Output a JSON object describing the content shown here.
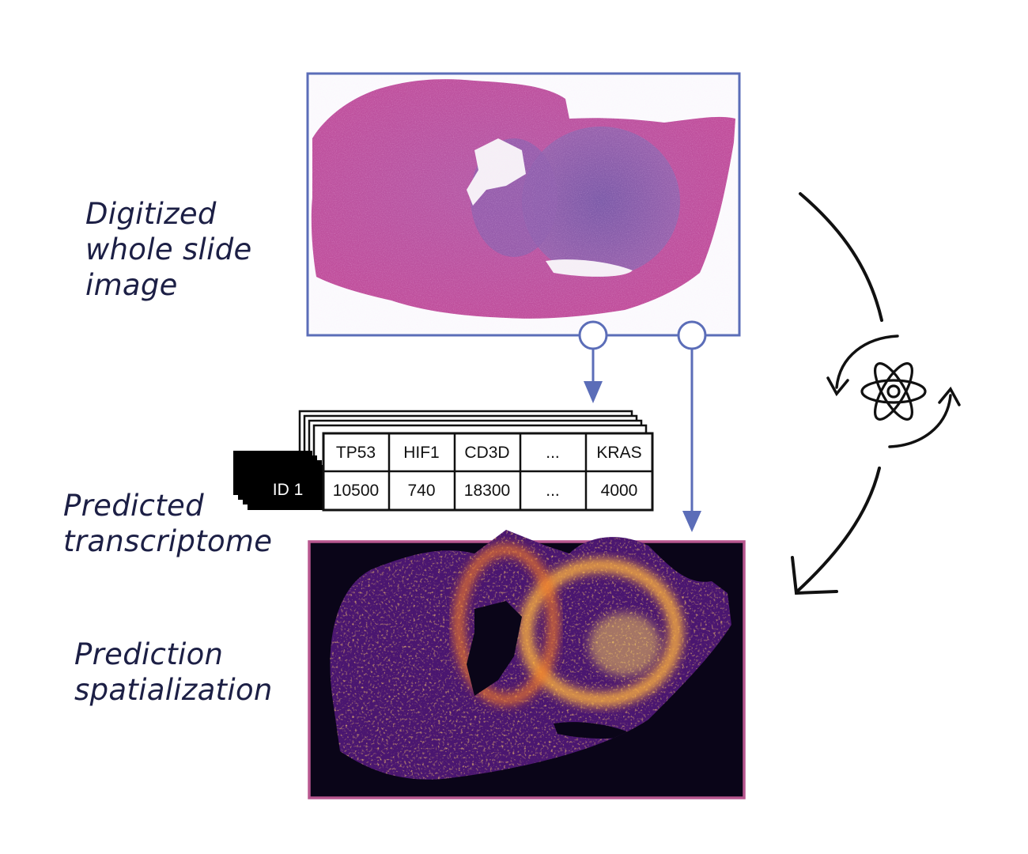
{
  "labels": {
    "wsi": [
      "Digitized",
      "whole slide",
      "image"
    ],
    "transcriptome": [
      "Predicted",
      "transcriptome"
    ],
    "spatialization": [
      "Prediction",
      "spatialization"
    ]
  },
  "table": {
    "id": "ID 1",
    "headers": [
      "TP53",
      "HIF1",
      "CD3D",
      "...",
      "KRAS"
    ],
    "values": [
      "10500",
      "740",
      "18300",
      "...",
      "4000"
    ]
  },
  "colors": {
    "slide_border": "#5b6db8",
    "heatmap_border": "#b8578f",
    "connector": "#5b6db8",
    "text": "#1c1f45",
    "heatmap_bg": "#0a0518"
  },
  "icons": {
    "cycle": "atom-refresh-icon"
  }
}
